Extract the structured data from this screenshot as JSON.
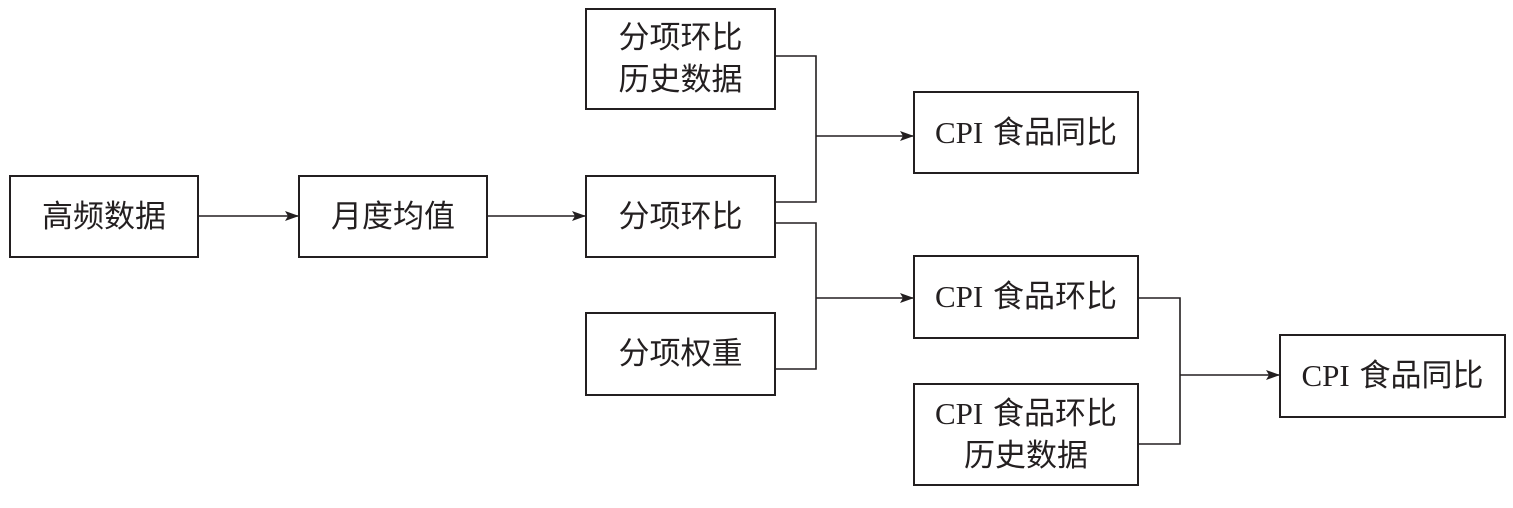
{
  "diagram": {
    "nodes": {
      "high_freq": {
        "line1": "高频数据"
      },
      "monthly_avg": {
        "line1": "月度均值"
      },
      "sub_hist": {
        "line1": "分项环比",
        "line2": "历史数据"
      },
      "sub_mom": {
        "line1": "分项环比"
      },
      "sub_weight": {
        "line1": "分项权重"
      },
      "cpi_yoy_a": {
        "prefix": "CPI",
        "line1": "食品同比"
      },
      "cpi_mom": {
        "prefix": "CPI",
        "line1": "食品环比"
      },
      "cpi_mom_hist": {
        "prefix": "CPI",
        "line1": "食品环比",
        "line2": "历史数据"
      },
      "cpi_yoy_b": {
        "prefix": "CPI",
        "line1": "食品同比"
      }
    },
    "edges": [
      [
        "high_freq",
        "monthly_avg"
      ],
      [
        "monthly_avg",
        "sub_mom"
      ],
      [
        "sub_hist",
        "cpi_yoy_a"
      ],
      [
        "sub_mom",
        "cpi_yoy_a"
      ],
      [
        "sub_mom",
        "cpi_mom"
      ],
      [
        "sub_weight",
        "cpi_mom"
      ],
      [
        "cpi_mom",
        "cpi_yoy_b"
      ],
      [
        "cpi_mom_hist",
        "cpi_yoy_b"
      ]
    ],
    "colors": {
      "stroke": "#231f20",
      "background": "#ffffff"
    }
  }
}
